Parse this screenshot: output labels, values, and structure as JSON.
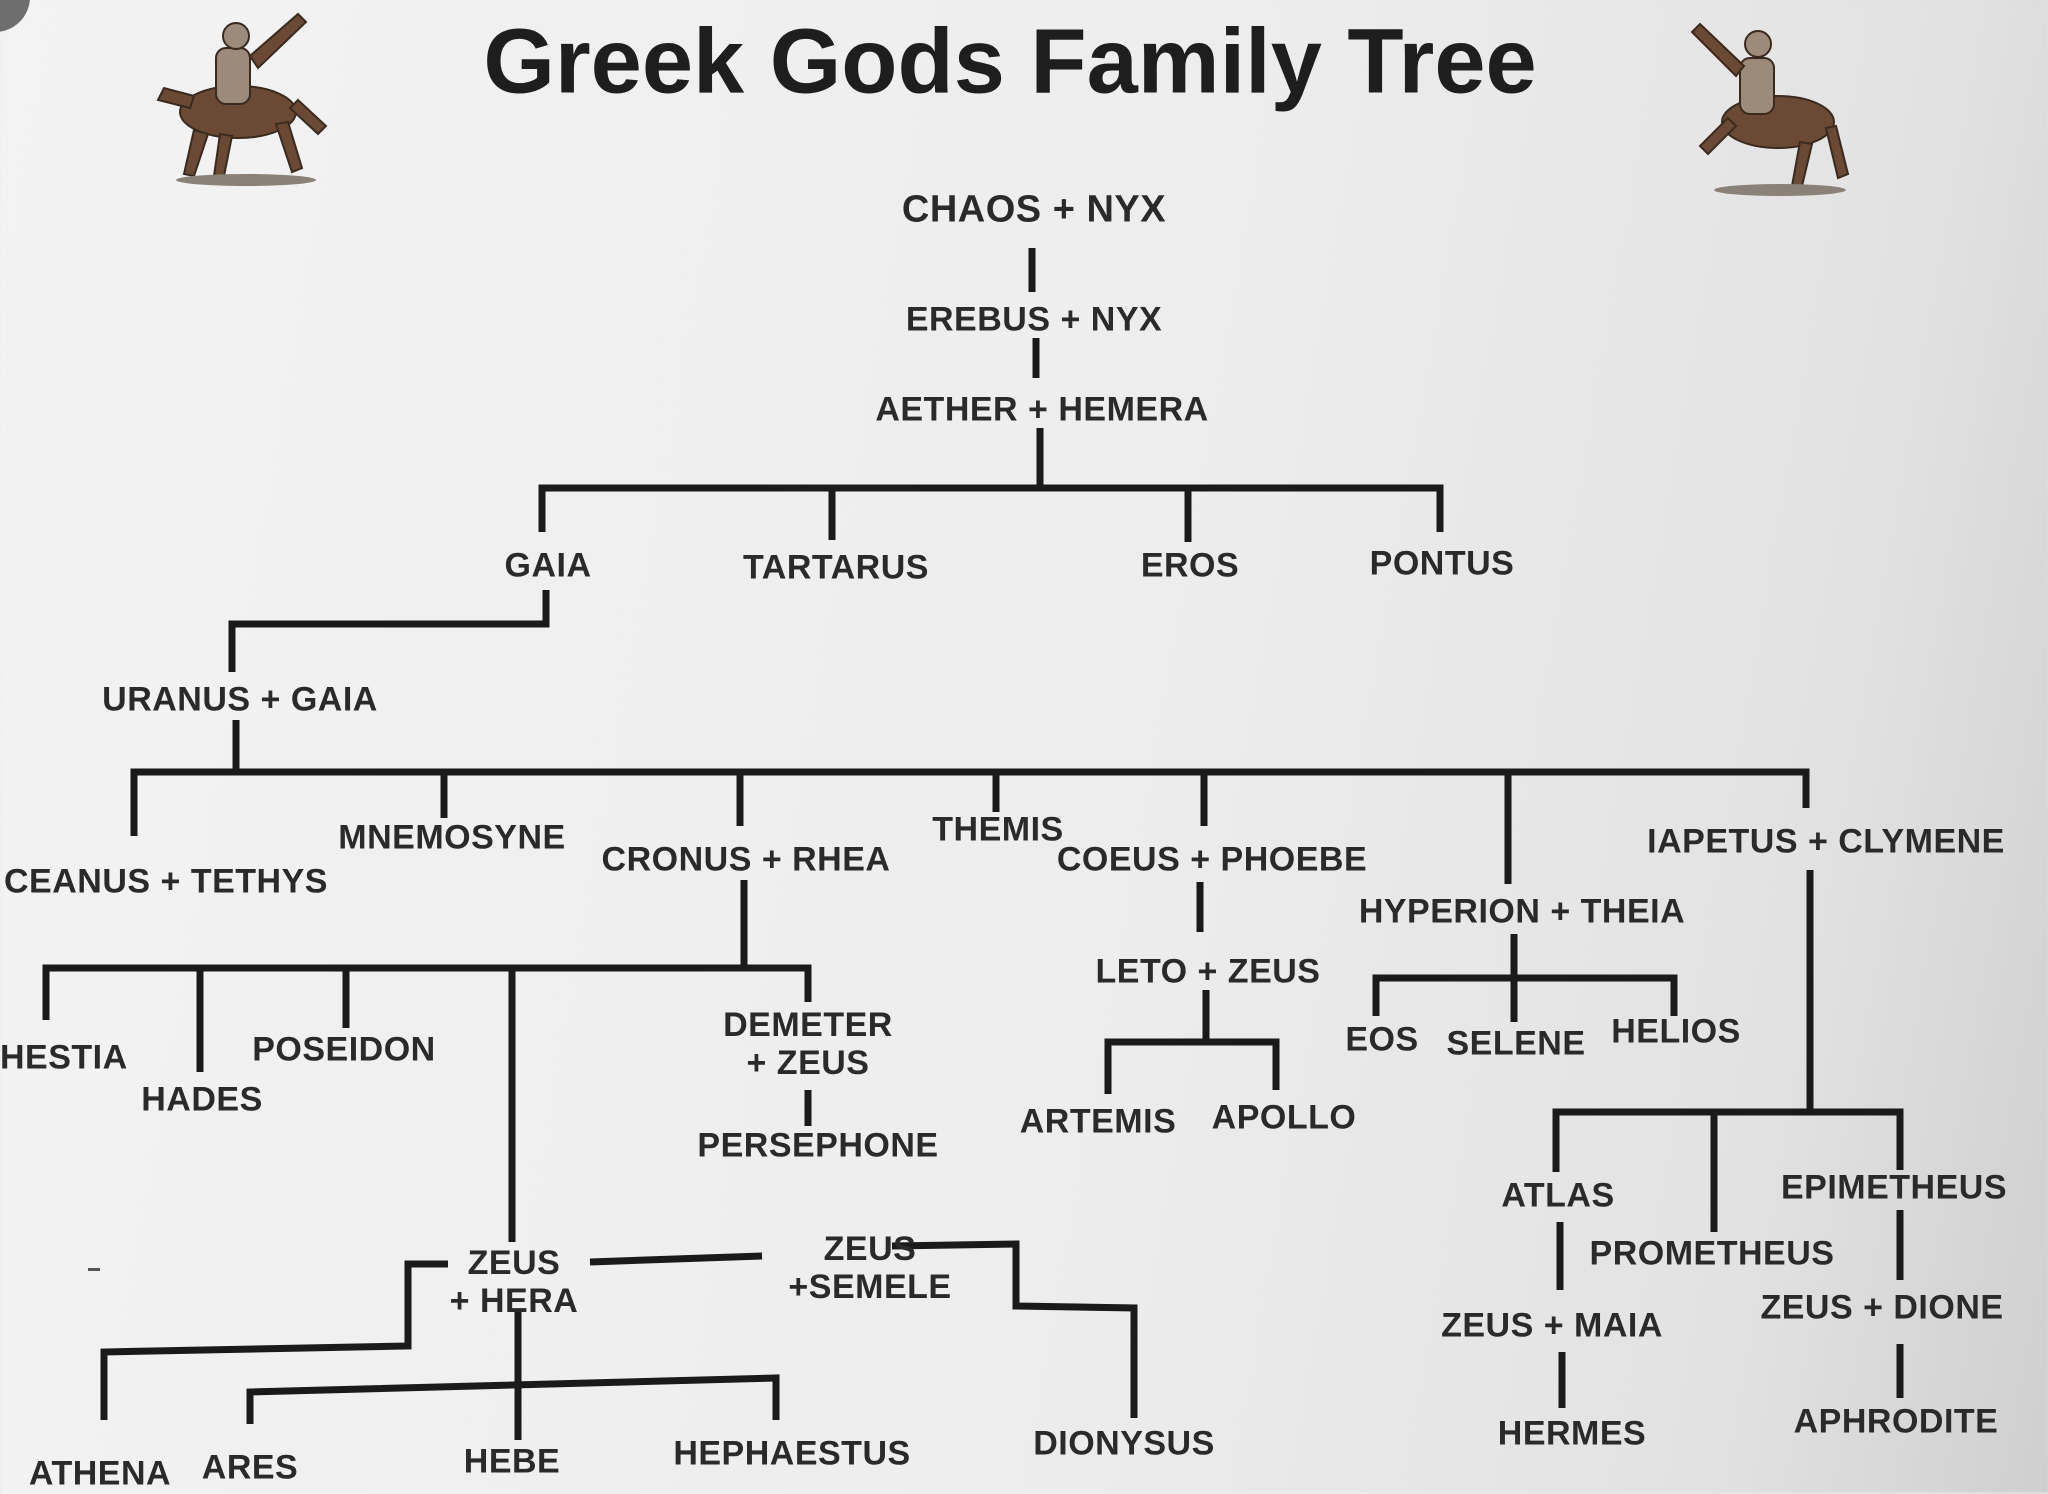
{
  "title": "Greek Gods Family Tree",
  "ornaments": [
    "centaur-left",
    "centaur-right"
  ],
  "nodes": {
    "chaos_nyx": "CHAOS + NYX",
    "erebus_nyx": "EREBUS + NYX",
    "aether_hemera": "AETHER + HEMERA",
    "gaia": "GAIA",
    "tartarus": "TARTARUS",
    "eros": "EROS",
    "pontus": "PONTUS",
    "uranus_gaia": "URANUS + GAIA",
    "oceanus_tethys": "CEANUS + TETHYS",
    "mnemosyne": "MNEMOSYNE",
    "cronus_rhea": "CRONUS + RHEA",
    "themis": "THEMIS",
    "coeus_phoebe": "COEUS + PHOEBE",
    "hyperion_theia": "HYPERION + THEIA",
    "iapetus_clymene": "IAPETUS + CLYMENE",
    "hestia": "HESTIA",
    "hades": "HADES",
    "poseidon": "POSEIDON",
    "demeter_zeus": "DEMETER\n+ ZEUS",
    "persephone": "PERSEPHONE",
    "leto_zeus": "LETO + ZEUS",
    "artemis": "ARTEMIS",
    "apollo": "APOLLO",
    "eos": "EOS",
    "selene": "SELENE",
    "helios": "HELIOS",
    "atlas": "ATLAS",
    "prometheus": "PROMETHEUS",
    "epimetheus": "EPIMETHEUS",
    "zeus_maia": "ZEUS + MAIA",
    "hermes": "HERMES",
    "zeus_dione": "ZEUS + DIONE",
    "aphrodite": "APHRODITE",
    "zeus_hera": "ZEUS\n+ HERA",
    "zeus_semele": "ZEUS\n+SEMELE",
    "athena": "ATHENA",
    "ares": "ARES",
    "hebe": "HEBE",
    "hephaestus": "HEPHAESTUS",
    "dionysus": "DIONYSUS"
  },
  "colors": {
    "line": "#1a1a1a",
    "text": "#2a2a2a",
    "ornament": "#6b4a35"
  }
}
